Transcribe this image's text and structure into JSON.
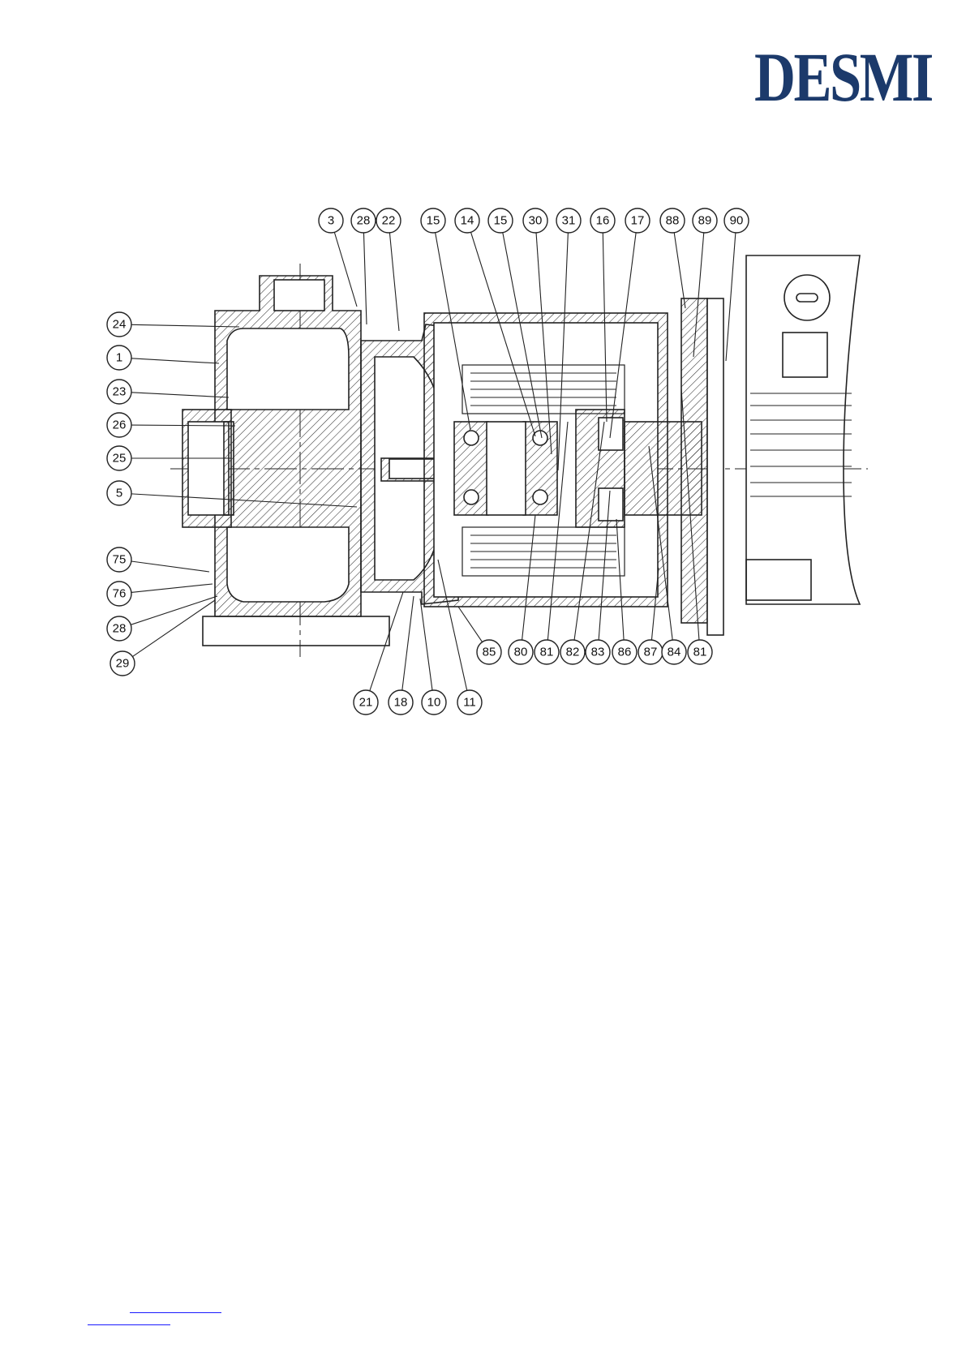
{
  "brand": {
    "logo_text": "DESMI",
    "color": "#1c3a6b"
  },
  "callouts": {
    "top": [
      "3",
      "28",
      "22",
      "15",
      "14",
      "15",
      "30",
      "31",
      "16",
      "17",
      "88",
      "89",
      "90"
    ],
    "left": [
      "24",
      "1",
      "23",
      "26",
      "25",
      "5",
      "75",
      "76",
      "28",
      "29"
    ],
    "bottom_left": [
      "21",
      "18",
      "10",
      "11"
    ],
    "bottom_right": [
      "85",
      "80",
      "81",
      "82",
      "83",
      "86",
      "87",
      "84",
      "81"
    ]
  },
  "footer": {
    "link_color": "#1a1aff"
  }
}
